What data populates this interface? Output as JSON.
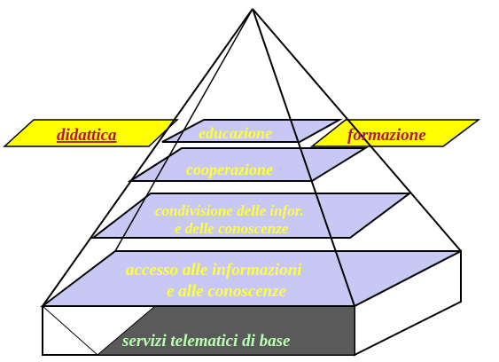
{
  "diagram": {
    "side_labels": {
      "left": "didattica",
      "right": "formazione"
    },
    "layers": {
      "top": "educazione",
      "second": "cooperazione",
      "third_line1": "condivisione delle infor.",
      "third_line2": "e delle conoscenze",
      "fourth_line1": "accesso alle informazioni",
      "fourth_line2": "e alle conoscenze",
      "base": "servizi telematici di base"
    },
    "colors": {
      "layer_fill": "#c8c8f4",
      "layer_text": "#ffff33",
      "side_fill": "#ffff00",
      "side_text": "#b0174a",
      "base_fill": "#5a5a5a",
      "base_text": "#b8ffb0"
    }
  }
}
